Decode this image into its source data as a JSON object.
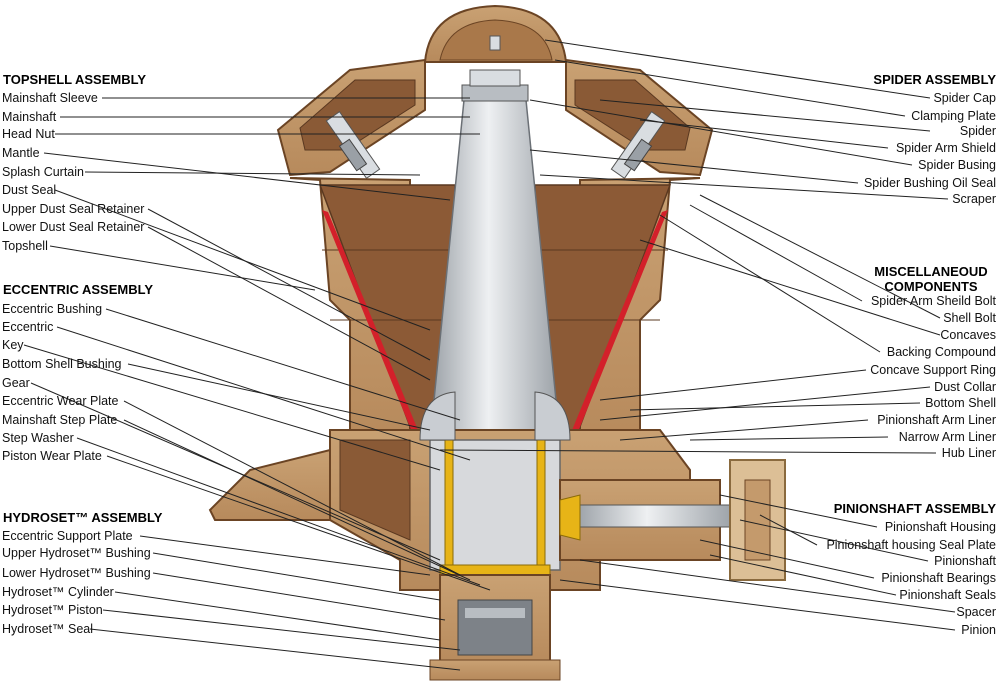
{
  "left_groups": [
    {
      "header": "TOPSHELL ASSEMBLY",
      "labels": [
        "Mainshaft Sleeve",
        "Mainshaft",
        "Head Nut",
        "Mantle",
        "Splash Curtain",
        "Dust Seal",
        "Upper Dust Seal Retainer",
        "Lower Dust Seal Retainer",
        "Topshell"
      ]
    },
    {
      "header": "ECCENTRIC ASSEMBLY",
      "labels": [
        "Eccentric Bushing",
        "Eccentric",
        "Key",
        "Bottom Shell Bushing",
        "Gear",
        "Eccentric Wear Plate",
        "Mainshaft Step Plate",
        "Step Washer",
        "Piston Wear Plate"
      ]
    },
    {
      "header": "HYDROSET™ ASSEMBLY",
      "labels": [
        "Eccentric Support Plate",
        "Upper Hydroset™ Bushing",
        "Lower Hydroset™ Bushing",
        "Hydroset™ Cylinder",
        "Hydroset™ Piston",
        "Hydroset™ Seal"
      ]
    }
  ],
  "right_groups": [
    {
      "header": "SPIDER ASSEMBLY",
      "labels": [
        "Spider Cap",
        "Clamping Plate",
        "Spider",
        "Spider Arm Shield",
        "Spider Busing",
        "Spider Bushing Oil Seal",
        "Scraper"
      ]
    },
    {
      "header": "MISCELLANEOUD COMPONENTS",
      "labels": [
        "Spider Arm Sheild Bolt",
        "Shell Bolt",
        "Concaves",
        "Backing Compound",
        "Concave Support Ring",
        "Dust Collar",
        "Bottom Shell",
        "Pinionshaft Arm Liner",
        "Narrow Arm Liner",
        "Hub Liner"
      ]
    },
    {
      "header": "PINIONSHAFT ASSEMBLY",
      "labels": [
        "Pinionshaft Housing",
        "Pinionshaft housing Seal Plate",
        "Pinionshaft",
        "Pinionshaft Bearings",
        "Pinionshaft Seals",
        "Spacer",
        "Pinion"
      ]
    }
  ],
  "colors": {
    "casting": "#c49a6c",
    "casting_dark": "#8a5a36",
    "casting_light": "#e2c49d",
    "steel": "#c9cdd2",
    "steel_dark": "#8e949a",
    "liner_red": "#d3202a",
    "bushing_yellow": "#e7b417",
    "leader": "#222222"
  }
}
